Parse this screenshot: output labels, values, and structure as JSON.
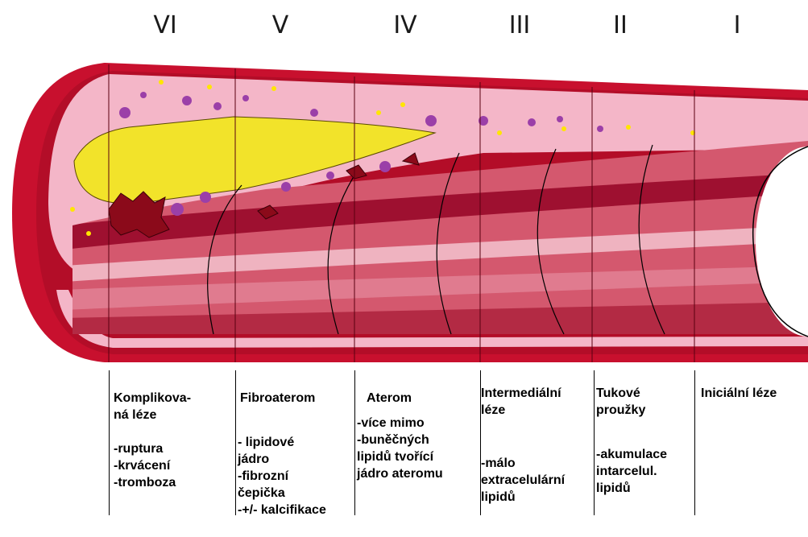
{
  "stages": [
    {
      "numeral": "VI",
      "title": [
        "Komplikova-",
        "ná léze"
      ],
      "lines": [
        "-ruptura",
        "-krvácení",
        "-tromboza"
      ]
    },
    {
      "numeral": "V",
      "title": [
        "Fibroaterom"
      ],
      "lines": [
        "- lipidové",
        "jádro",
        "-fibrozní",
        "čepička",
        "-+/- kalcifikace"
      ]
    },
    {
      "numeral": "IV",
      "title": [
        "Aterom"
      ],
      "lines": [
        "-více mimo",
        "-buněčných",
        "lipidů tvořící",
        "jádro ateromu"
      ]
    },
    {
      "numeral": "III",
      "title": [
        "Intermediální",
        "léze"
      ],
      "lines": [
        "-málo",
        "extracelulární",
        "lipidů"
      ]
    },
    {
      "numeral": "II",
      "title": [
        "Tukové",
        "proužky"
      ],
      "lines": [
        "-akumulace",
        "intarcelul.",
        "lipidů"
      ]
    },
    {
      "numeral": "I",
      "title": [
        "Iniciální léze"
      ],
      "lines": []
    }
  ],
  "colors": {
    "vessel_wall": "#c8102e",
    "intima_pink": "#f4b6c8",
    "lipid_core": "#f2e32a",
    "lumen_dark": "#9e1030",
    "lumen_mid": "#d4586e",
    "lumen_light": "#efb3c0",
    "thrombus": "#8b0a1a",
    "foam_cells": "#9b3fa8"
  }
}
